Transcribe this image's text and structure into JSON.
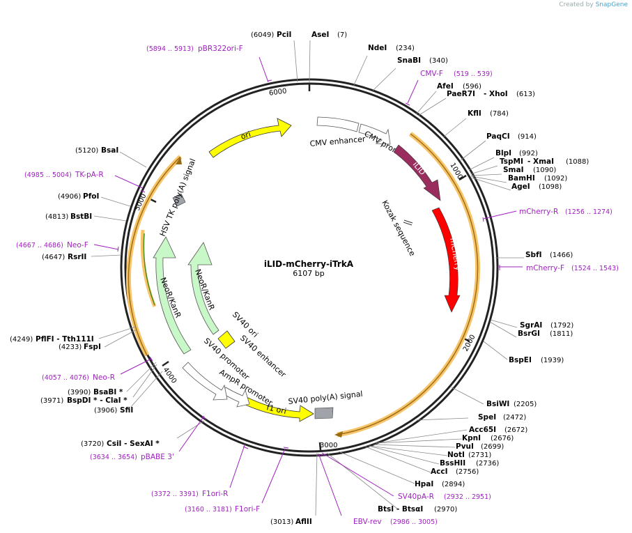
{
  "credit": {
    "prefix": "Created by",
    "brand": "SnapGene"
  },
  "map": {
    "name": "iLID-mCherry-iTrkA",
    "size": "6107 bp"
  },
  "ticks": [
    "1000",
    "2000",
    "3000",
    "4000",
    "5000",
    "6000"
  ],
  "features": {
    "ori": "ori",
    "cmv_enhancer": "CMV enhancer",
    "cmv_promoter": "CMV promoter",
    "ilid": "iLID",
    "mcherry": "mCherry",
    "kozak": "Kozak sequence",
    "hsv_tk": "HSV TK poly(A) signal",
    "neor1": "NeoR/KanR",
    "neor2": "NeoR/KanR",
    "sv40_ori": "SV40 ori",
    "sv40_enh": "SV40 enhancer",
    "sv40_prom": "SV40 promoter",
    "ampr_prom": "AmpR promoter",
    "f1ori": "f1 ori",
    "sv40pa": "SV40 poly(A) signal"
  },
  "enzymes": [
    {
      "n": "PciI",
      "p": "(6049)"
    },
    {
      "n": "AseI",
      "p": "(7)"
    },
    {
      "n": "NdeI",
      "p": "(234)"
    },
    {
      "n": "SnaBI",
      "p": "(340)"
    },
    {
      "n": "AfeI",
      "p": "(596)"
    },
    {
      "n": "PaeR7I",
      "p": ""
    },
    {
      "n": "- XhoI",
      "p": "(613)"
    },
    {
      "n": "KflI",
      "p": "(784)"
    },
    {
      "n": "PaqCI",
      "p": "(914)"
    },
    {
      "n": "BlpI",
      "p": "(992)"
    },
    {
      "n": "TspMI",
      "p": ""
    },
    {
      "n": "- XmaI",
      "p": "(1088)"
    },
    {
      "n": "SmaI",
      "p": "(1090)"
    },
    {
      "n": "BamHI",
      "p": "(1092)"
    },
    {
      "n": "AgeI",
      "p": "(1098)"
    },
    {
      "n": "SbfI",
      "p": "(1466)"
    },
    {
      "n": "SgrAI",
      "p": "(1792)"
    },
    {
      "n": "BsrGI",
      "p": "(1811)"
    },
    {
      "n": "BspEI",
      "p": "(1939)"
    },
    {
      "n": "BsiWI",
      "p": "(2205)"
    },
    {
      "n": "SpeI",
      "p": "(2472)"
    },
    {
      "n": "Acc65I",
      "p": "(2672)"
    },
    {
      "n": "KpnI",
      "p": "(2676)"
    },
    {
      "n": "PvuI",
      "p": "(2699)"
    },
    {
      "n": "NotI",
      "p": "(2731)"
    },
    {
      "n": "BssHII",
      "p": "(2736)"
    },
    {
      "n": "AccI",
      "p": "(2756)"
    },
    {
      "n": "HpaI",
      "p": "(2894)"
    },
    {
      "n": "BtsI - BtsαI",
      "p": "(2970)"
    },
    {
      "n": "AflII",
      "p": "(3013)"
    },
    {
      "n": "CsiI  - SexAI *",
      "p": "(3720)"
    },
    {
      "n": "SfiI",
      "p": "(3906)"
    },
    {
      "n": "BspDI * - ClaI *",
      "p": "(3971)"
    },
    {
      "n": "BsaBI *",
      "p": "(3990)"
    },
    {
      "n": "FspI",
      "p": "(4233)"
    },
    {
      "n": "PflFI  - Tth111I",
      "p": "(4249)"
    },
    {
      "n": "RsrII",
      "p": "(4647)"
    },
    {
      "n": "BstBI",
      "p": "(4813)"
    },
    {
      "n": "PfoI",
      "p": "(4906)"
    },
    {
      "n": "BsaI",
      "p": "(5120)"
    }
  ],
  "primers": [
    {
      "n": "pBR322ori-F",
      "p": "(5894 .. 5913)"
    },
    {
      "n": "CMV-F",
      "p": "(519 .. 539)"
    },
    {
      "n": "mCherry-R",
      "p": "(1256 .. 1274)"
    },
    {
      "n": "mCherry-F",
      "p": "(1524 .. 1543)"
    },
    {
      "n": "SV40pA-R",
      "p": "(2932 .. 2951)"
    },
    {
      "n": "EBV-rev",
      "p": "(2986 .. 3005)"
    },
    {
      "n": "F1ori-F",
      "p": "(3160 .. 3181)"
    },
    {
      "n": "F1ori-R",
      "p": "(3372 .. 3391)"
    },
    {
      "n": "pBABE 3'",
      "p": "(3634 .. 3654)"
    },
    {
      "n": "Neo-R",
      "p": "(4057 .. 4076)"
    },
    {
      "n": "Neo-F",
      "p": "(4667 .. 4686)"
    },
    {
      "n": "TK-pA-R",
      "p": "(4985 .. 5004)"
    }
  ],
  "colors": {
    "ori": "#ffff00",
    "ilid": "#9b2d5e",
    "mcherry": "#ff0000",
    "neor": "#c8f7c8",
    "sv40ori": "#ffff00",
    "polyA": "#a0a4aa",
    "orfOrange": "#f7c46a",
    "primer": "#a020c0"
  }
}
